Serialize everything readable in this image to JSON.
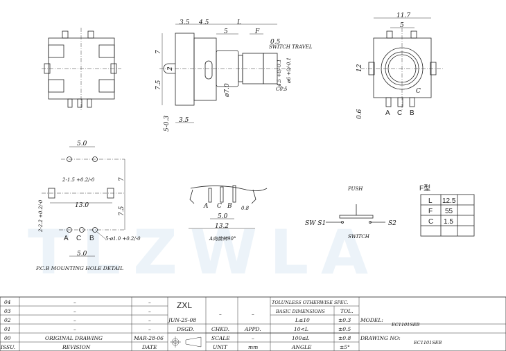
{
  "watermark": "TLZWLA",
  "side_view": {
    "dim_3_5_top": "3.5",
    "dim_4_5": "4.5",
    "dim_L": "L",
    "dim_5": "5",
    "dim_F": "F",
    "dim_0_5": "0.5",
    "switch_travel": "SWITCH TRAVEL",
    "dim_7": "7",
    "dim_2": "2",
    "dim_7_5": "7.5",
    "dim_5_0_3": "5-0.3",
    "dim_3_5_bottom": "3.5",
    "dia_7": "ø7.0",
    "dim_4_5_shaft": "4.5 +0/-0.1",
    "dia_6": "ø6 +0/-0.1",
    "chamfer": "C0.5"
  },
  "front_view": {
    "width": "11.7",
    "pitch": "5",
    "height": "12",
    "offset": "0.6",
    "chamfer": "C",
    "pins": [
      "A",
      "C",
      "B"
    ]
  },
  "pcb": {
    "top_pitch": "5.0",
    "slot_note": "2-1.5 +0.2/-0",
    "dim_7": "7",
    "slot_span": "13.0",
    "slot_width": "2-2.2 +0.2/-0",
    "dim_7_5": "7.5",
    "pins": [
      "A",
      "C",
      "B"
    ],
    "hole_note": "5-ø1.0 +0.2/-0",
    "bottom_pitch": "5.0",
    "title": "P.C.B MOUNTING HOLE DETAIL"
  },
  "pin_view": {
    "pins": [
      "A",
      "C",
      "B"
    ],
    "dim_0_8": "0.8",
    "dim_5_0": "5.0",
    "dim_13_2": "13.2",
    "caption": "A向旋转90°"
  },
  "switch": {
    "push": "PUSH",
    "sw_s1": "SW S1",
    "s2": "S2",
    "label": "SWITCH"
  },
  "f_table": {
    "title": "F型",
    "rows": [
      [
        "L",
        "12.5"
      ],
      [
        "F",
        "55"
      ],
      [
        "C",
        "1.5"
      ],
      [
        "",
        ""
      ]
    ]
  },
  "title_block": {
    "rows": [
      {
        "issu": "04",
        "revision": "–",
        "date": "–"
      },
      {
        "issu": "03",
        "revision": "–",
        "date": "–"
      },
      {
        "issu": "02",
        "revision": "–",
        "date": "–"
      },
      {
        "issu": "01",
        "revision": "–",
        "date": "–"
      },
      {
        "issu": "00",
        "revision": "ORIGINAL  DRAWING",
        "date": "MAR-28-06"
      }
    ],
    "header": {
      "issu": "ISSU.",
      "revision": "REVISION",
      "date": "DATE"
    },
    "designer": "ZXL",
    "design_date": "JUN-25-08",
    "chkd_value": "–",
    "appd_value": "–",
    "dsgd": "DSGD.",
    "chkd": "CHKD.",
    "appd": "APPD.",
    "scale": "SCALE",
    "scale_value": "–",
    "unit": "UNIT",
    "unit_value": "mm",
    "tol_title": "TOLUNLESS OTHERWISE SPEC.",
    "basic_dims": "BASIC DIMENSIONS",
    "tol": "TOL.",
    "tolerances": [
      [
        "L≤10",
        "±0.3"
      ],
      [
        "10<L",
        "±0.5"
      ],
      [
        "100≤L",
        "±0.8"
      ],
      [
        "ANGLE",
        "±5°"
      ]
    ],
    "model_label": "MODEL:",
    "model": "EC1101SEB",
    "drawing_no_label": "DRAWING NO:",
    "drawing_no": "EC1101SEB"
  }
}
